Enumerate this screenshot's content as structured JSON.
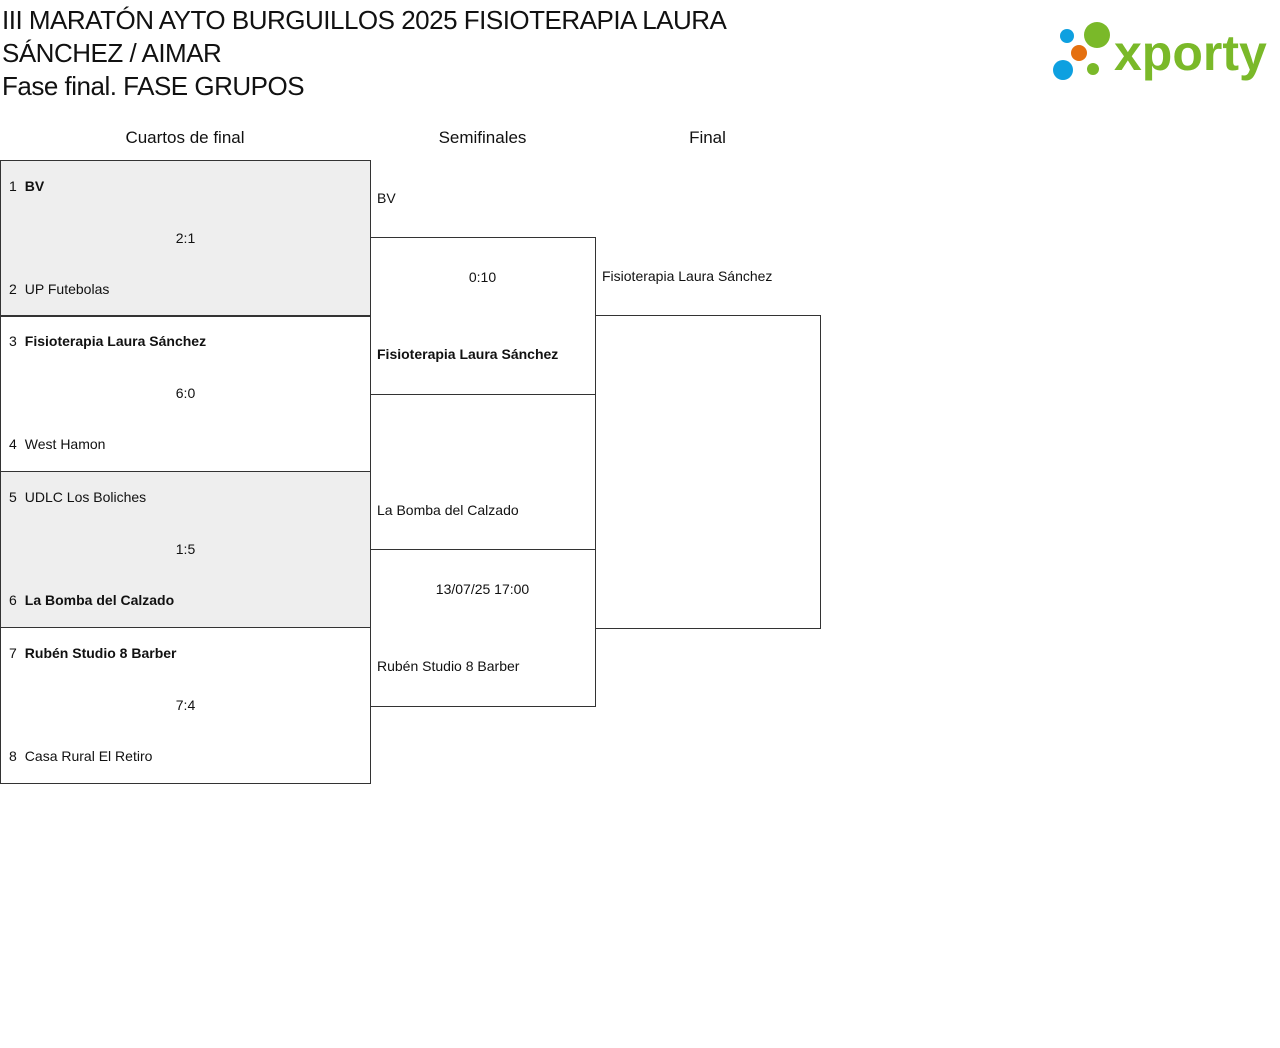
{
  "title": {
    "line1": "III MARATÓN AYTO BURGUILLOS 2025 FISIOTERAPIA LAURA SÁNCHEZ / AIMAR",
    "line2": "Fase final. FASE GRUPOS"
  },
  "logo": {
    "text": "xporty",
    "colors": {
      "green": "#7ab929",
      "blue": "#0ea0e0",
      "orange": "#e5700f"
    }
  },
  "rounds": [
    "Cuartos de final",
    "Semifinales",
    "Final"
  ],
  "quarters": [
    {
      "seed1": "1",
      "team1": "BV",
      "score": "2:1",
      "seed2": "2",
      "team2": "UP Futebolas",
      "winner": 1
    },
    {
      "seed1": "3",
      "team1": "Fisioterapia Laura Sánchez",
      "score": "6:0",
      "seed2": "4",
      "team2": "West Hamon",
      "winner": 1
    },
    {
      "seed1": "5",
      "team1": "UDLC Los Boliches",
      "score": "1:5",
      "seed2": "6",
      "team2": "La Bomba del Calzado",
      "winner": 2
    },
    {
      "seed1": "7",
      "team1": "Rubén Studio 8 Barber",
      "score": "7:4",
      "seed2": "8",
      "team2": "Casa Rural El Retiro",
      "winner": 1
    }
  ],
  "semis": [
    {
      "team1": "BV",
      "score": "0:10",
      "team2": "Fisioterapia Laura Sánchez",
      "winner": 2
    },
    {
      "team1": "La Bomba del Calzado",
      "score": "13/07/25 17:00",
      "team2": "Rubén Studio 8 Barber",
      "winner": 0
    }
  ],
  "final": {
    "team1": "Fisioterapia Laura Sánchez"
  }
}
